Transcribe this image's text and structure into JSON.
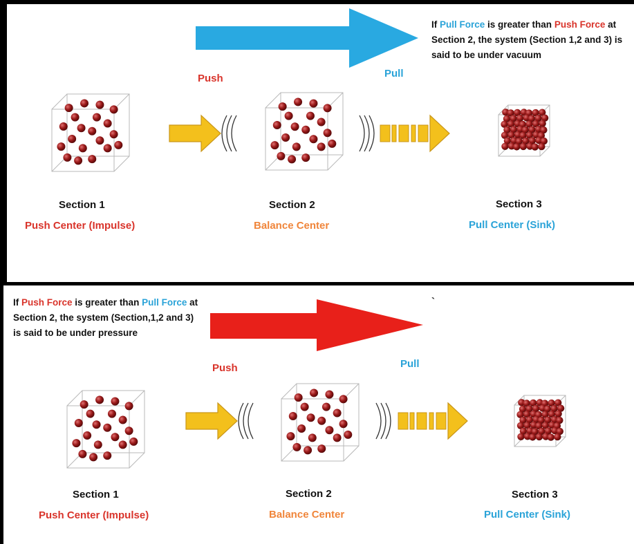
{
  "panels": [
    {
      "note": [
        {
          "text": "If ",
          "color": "black"
        },
        {
          "text": "Pull Force",
          "color": "blue"
        },
        {
          "text": " is greater than ",
          "color": "black"
        },
        {
          "text": "Push Force",
          "color": "red"
        },
        {
          "text": " at Section 2, the system (Section 1,2 and 3) is said to be under vacuum",
          "color": "black"
        }
      ],
      "push_label": "Push",
      "pull_label": "Pull",
      "big_arrow_color": "#29a9e1",
      "sections": [
        {
          "title": "Section 1",
          "subtitle": "Push Center (Impulse)",
          "subtitle_color": "#d9342b"
        },
        {
          "title": "Section 2",
          "subtitle": "Balance Center",
          "subtitle_color": "#f0853a"
        },
        {
          "title": "Section 3",
          "subtitle": "Pull Center (Sink)",
          "subtitle_color": "#2aa3d8"
        }
      ]
    },
    {
      "note": [
        {
          "text": "If ",
          "color": "black"
        },
        {
          "text": "Push Force",
          "color": "red"
        },
        {
          "text": " is greater than ",
          "color": "black"
        },
        {
          "text": "Pull Force",
          "color": "blue"
        },
        {
          "text": " at Section 2, the system (Section,1,2 and 3) is said to be under pressure",
          "color": "black"
        }
      ],
      "push_label": "Push",
      "pull_label": "Pull",
      "big_arrow_color": "#e8201a",
      "sections": [
        {
          "title": "Section 1",
          "subtitle": "Push Center (Impulse)",
          "subtitle_color": "#d9342b"
        },
        {
          "title": "Section 2",
          "subtitle": "Balance Center",
          "subtitle_color": "#f0853a"
        },
        {
          "title": "Section 3",
          "subtitle": "Pull Center (Sink)",
          "subtitle_color": "#2aa3d8"
        }
      ]
    }
  ],
  "stray_mark": "`",
  "colors": {
    "particle": "#9b1a1a",
    "small_arrow": "#f3c01c",
    "small_arrow_outline": "#c9961a"
  }
}
